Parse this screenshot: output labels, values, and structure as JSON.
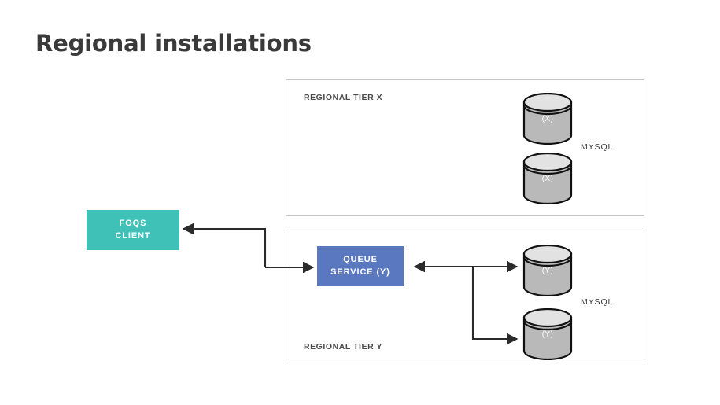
{
  "page": {
    "title": "Regional installations",
    "background": "#ffffff"
  },
  "colors": {
    "teal": "#3fc1b7",
    "blue": "#5a78c0",
    "panel_border": "#c6c6c6",
    "connector": "#2b2b2b",
    "cylinder_body": "#b9b9b9",
    "cylinder_top": "#d8d8d8",
    "cylinder_outline": "#111111",
    "title_text": "#3a3a3a",
    "label_text": "#4a4a4a"
  },
  "nodes": {
    "foqs_client": {
      "name": "FOQS CLIENT",
      "line1": "FOQS",
      "line2": "CLIENT",
      "fill": "#3fc1b7"
    },
    "queue_service": {
      "name": "QUEUE SERVICE (Y)",
      "line1": "QUEUE",
      "line2": "SERVICE (Y)",
      "fill": "#5a78c0"
    }
  },
  "panels": [
    {
      "id": "tier-x",
      "label": "REGIONAL TIER X",
      "databases": [
        {
          "id": "db-x-1",
          "label": "(X)",
          "icon": "database-cylinder-icon"
        },
        {
          "id": "db-x-2",
          "label": "(X)",
          "icon": "database-cylinder-icon"
        }
      ],
      "db_tech": "MYSQL"
    },
    {
      "id": "tier-y",
      "label": "REGIONAL TIER Y",
      "databases": [
        {
          "id": "db-y-1",
          "label": "(Y)",
          "icon": "database-cylinder-icon"
        },
        {
          "id": "db-y-2",
          "label": "(Y)",
          "icon": "database-cylinder-icon"
        }
      ],
      "db_tech": "MYSQL"
    }
  ],
  "connectors": [
    {
      "id": "queue-to-foqs",
      "from": "queue-service-area",
      "to": "foqs-client",
      "arrow": "single-left",
      "icon": "arrow-left-icon"
    },
    {
      "id": "foqs-to-queue",
      "from": "foqs-client-path",
      "to": "queue-service",
      "arrow": "single-right",
      "icon": "arrow-right-icon"
    },
    {
      "id": "queue-to-db-y-1",
      "from": "queue-service",
      "to": "db-y-1",
      "arrow": "double",
      "icon": "arrow-double-icon"
    },
    {
      "id": "branch-to-db-y-2",
      "from": "queue-db-branch",
      "to": "db-y-2",
      "arrow": "single-right",
      "icon": "arrow-right-icon"
    }
  ]
}
